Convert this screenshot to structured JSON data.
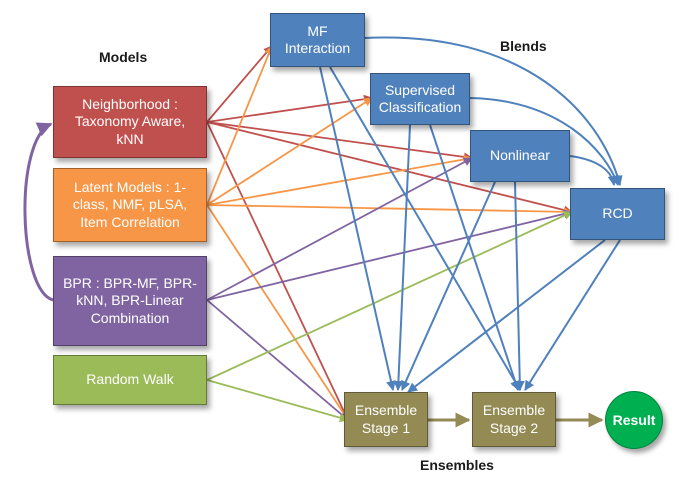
{
  "headings": {
    "models": "Models",
    "blends": "Blends",
    "ensembles": "Ensembles"
  },
  "nodes": {
    "neighborhood": {
      "label": "Neighborhood :\nTaxonomy Aware,\nkNN",
      "color": "#c0504d"
    },
    "latent": {
      "label": "Latent Models : 1-\nclass, NMF, pLSA,\nItem Correlation",
      "color": "#f79646"
    },
    "bpr": {
      "label": "BPR : BPR-MF, BPR-\nkNN, BPR-Linear\nCombination",
      "color": "#8064a2"
    },
    "random_walk": {
      "label": "Random Walk",
      "color": "#9bbb59"
    },
    "mf_interaction": {
      "label": "MF\nInteraction",
      "color": "#4f81bd"
    },
    "supervised": {
      "label": "Supervised\nClassification",
      "color": "#4f81bd"
    },
    "nonlinear": {
      "label": "Nonlinear",
      "color": "#4f81bd"
    },
    "rcd": {
      "label": "RCD",
      "color": "#4f81bd"
    },
    "ensemble1": {
      "label": "Ensemble\nStage 1",
      "color": "#948a54"
    },
    "ensemble2": {
      "label": "Ensemble\nStage 2",
      "color": "#948a54"
    },
    "result": {
      "label": "Result",
      "color": "#00b050"
    }
  },
  "edge_colors": {
    "neighborhood": "#c0504d",
    "latent": "#f79646",
    "bpr": "#8064a2",
    "random_walk": "#9bbb59",
    "blend": "#4f81bd",
    "ensemble": "#948a54"
  }
}
